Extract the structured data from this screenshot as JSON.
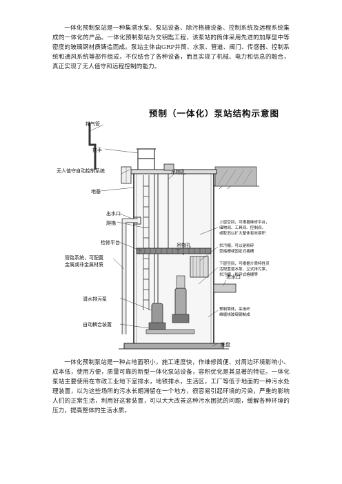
{
  "document": {
    "paragraphs": [
      "一体化预制泵站是一种集潜水泵、泵站设备、除污格栅设备、控制系统及远程系统集成的一体化的产品。一体化预制泵站为交钥匙工程，该泵站的筒体采用先进的加厚型中等密度的玻璃钢材质铸造而成。泵站主体由GRP井筒、水泵、管道、阀门、传感器、控制系统和通风系统等部件组成，不仅结合了各种设备，而且实现了机械、电力和信息的融合，真正实现了无人值守和远程控制的能力。",
      "一体化预制泵站是一种占地面积小，施工速度快，作维修简便、对周边环境影响小、成本低，使用方便，质量可靠的新型一体化泵站设备，容积优化是其显著的特征。一体化泵站主要使用在市政工业地下室排水，地铁排水，生活区，工厂等低于地面的一种污水处理装置，以为这些场所的污水长期滞留在一个地方，很容易引起环境的污染，严重的影响人们的正常生活，利用好这套装置，可以大大改善这种污水困扰的问题，缓解各种环境的压力，提高整体的生活水质。"
    ]
  },
  "diagram": {
    "title": "预制（一体化）泵站结构示意图",
    "left_labels": {
      "vent_pipe": "排气管",
      "handrail": "扶手",
      "control_system": "无人值守自动控制系统",
      "ground_level": "地基",
      "outlet": "出水口",
      "ladder": "爬梯",
      "service_platform": "检修平台",
      "pipe_system": [
        "管路系统，可配置",
        "金属或非金属材质"
      ],
      "pump": "潜水排污泵",
      "coupling": "自动耦合装置"
    },
    "center_labels": {
      "lifting_hole_top": "吊物孔",
      "lifting_hole_mid": "吊物孔"
    },
    "right_notes": {
      "upper_space": [
        "上层空间，可根据维修平台，",
        "储物间、工具间、控制间，",
        "或取消以扩大整体有效容积"
      ],
      "grating": [
        "拦污栅，可以是粉碎",
        "型格栅或固定式格栅"
      ],
      "lower_space": [
        "下层空间，可根据介质特性灵",
        "活配置潜水泵、立式排污泵、",
        "拦污栅、粉碎式格栅等"
      ],
      "inlet": "进水口",
      "shell": [
        "预制筒体，采用纤",
        "维缠绕玻璃钢制成"
      ],
      "base": "底盘"
    }
  }
}
